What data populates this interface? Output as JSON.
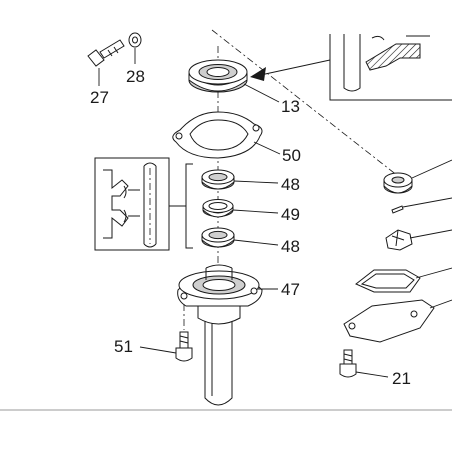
{
  "labels": {
    "p27": "27",
    "p28": "28",
    "p13": "13",
    "p50": "50",
    "p48a": "48",
    "p49": "49",
    "p48b": "48",
    "p47": "47",
    "p51": "51",
    "p21": "21"
  },
  "colors": {
    "ink": "#1a1a1a",
    "shade": "#cfcfcf",
    "hatch": "#8c8c8c",
    "background": "#ffffff"
  }
}
